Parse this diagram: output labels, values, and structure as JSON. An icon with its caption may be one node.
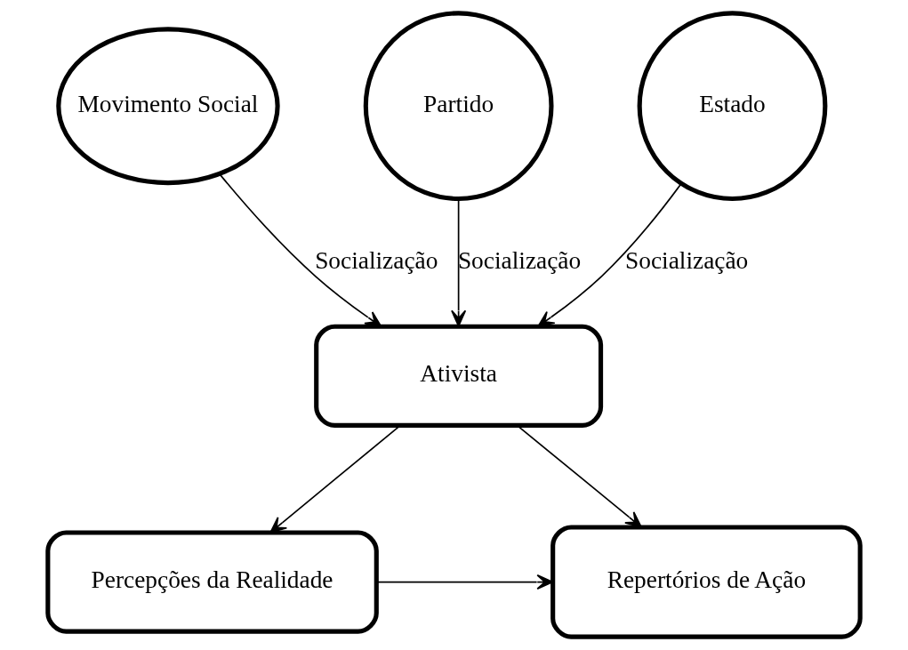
{
  "diagram": {
    "nodes": [
      {
        "text": [
          "Movimento Social"
        ]
      },
      {
        "text": [
          "Partido"
        ]
      },
      {
        "text": [
          "Estado"
        ]
      },
      {
        "text": [
          "Ativista"
        ]
      },
      {
        "text": [
          "Percepções da Realidade"
        ]
      },
      {
        "text": [
          "Repertórios de Ação"
        ]
      }
    ],
    "edges": [
      {
        "from": 0,
        "to": 3,
        "arrow": "to",
        "label": "Socialização"
      },
      {
        "from": 1,
        "to": 3,
        "arrow": "to",
        "label": "Socialização"
      },
      {
        "from": 2,
        "to": 3,
        "arrow": "to",
        "label": "Socialização"
      },
      {
        "from": 3,
        "to": 4,
        "arrow": "to"
      },
      {
        "from": 3,
        "to": 5,
        "arrow": "to"
      },
      {
        "from": 4,
        "to": 5,
        "arrow": "to"
      }
    ]
  }
}
